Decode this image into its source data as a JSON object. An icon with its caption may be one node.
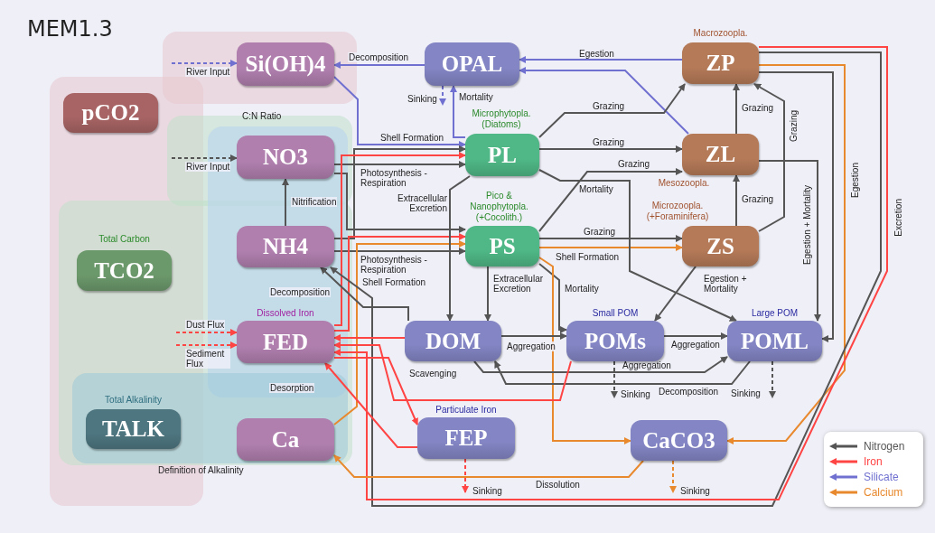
{
  "diagram": {
    "title": "MEM1.3",
    "nodes": [
      {
        "text": [
          "Si(OH)4"
        ]
      },
      {
        "text": [
          "OPAL"
        ]
      },
      {
        "text": [
          "Macrozoopla.",
          "ZP"
        ]
      },
      {
        "text": [
          "pCO2"
        ]
      },
      {
        "text": [
          "NO3"
        ]
      },
      {
        "text": [
          "Microphytopla. (Diatoms)",
          "PL"
        ]
      },
      {
        "text": [
          "ZL",
          "Mesozoopla."
        ]
      },
      {
        "text": [
          "Total Carbon",
          "TCO2"
        ]
      },
      {
        "text": [
          "NH4"
        ]
      },
      {
        "text": [
          "Pico & Nanophytopla. (+Cocolith.)",
          "PS"
        ]
      },
      {
        "text": [
          "Microzoopla. (+Foraminifera)",
          "ZS"
        ]
      },
      {
        "text": [
          "Dissolved Iron",
          "FED"
        ]
      },
      {
        "text": [
          "DOM"
        ]
      },
      {
        "text": [
          "Small POM",
          "POMs"
        ]
      },
      {
        "text": [
          "Large POM",
          "POML"
        ]
      },
      {
        "text": [
          "Total Alkalinity",
          "TALK"
        ]
      },
      {
        "text": [
          "Ca"
        ]
      },
      {
        "text": [
          "Particulate Iron",
          "FEP"
        ]
      },
      {
        "text": [
          "CaCO3"
        ]
      }
    ],
    "edges": [
      {
        "from": null,
        "to": 0,
        "arrow": "to",
        "label": "River Input",
        "style": "dashed",
        "color": "#7070d0"
      },
      {
        "from": 1,
        "to": 0,
        "arrow": "to",
        "label": "Decomposition",
        "color": "#7070d0"
      },
      {
        "from": 1,
        "to": null,
        "arrow": "to",
        "label": "Sinking",
        "style": "dashed",
        "color": "#7070d0"
      },
      {
        "from": 5,
        "to": 1,
        "arrow": "to",
        "label": "Mortality",
        "color": "#7070d0"
      },
      {
        "from": 2,
        "to": 1,
        "arrow": "to",
        "label": "Egestion",
        "color": "#7070d0"
      },
      {
        "from": 6,
        "to": 1,
        "arrow": "to",
        "color": "#7070d0"
      },
      {
        "from": 0,
        "to": 5,
        "arrow": "to",
        "label": "Shell Formation",
        "color": "#7070d0"
      },
      {
        "from": null,
        "to": 4,
        "arrow": "to",
        "label": "River Input",
        "style": "dashed"
      },
      {
        "from": 4,
        "to": 5,
        "arrow": "to",
        "label": "Photosynthesis - Respiration"
      },
      {
        "from": 4,
        "to": 9,
        "arrow": "to"
      },
      {
        "from": 8,
        "to": 5,
        "arrow": "to"
      },
      {
        "from": 8,
        "to": 9,
        "arrow": "to",
        "label": "Photosynthesis - Respiration"
      },
      {
        "from": 8,
        "to": 4,
        "arrow": "to",
        "label": "Nitrification"
      },
      {
        "from": 11,
        "to": 5,
        "arrow": "to",
        "color": "#ff4444"
      },
      {
        "from": 11,
        "to": 9,
        "arrow": "to",
        "color": "#ff4444"
      },
      {
        "from": 16,
        "to": 9,
        "arrow": "to",
        "label": "Shell Formation",
        "color": "#e8892e"
      },
      {
        "from": 5,
        "to": 12,
        "arrow": "to",
        "label": "Extracellular Excretion"
      },
      {
        "from": 9,
        "to": 12,
        "arrow": "to",
        "label": "Extracellular Excretion"
      },
      {
        "from": 12,
        "to": 8,
        "arrow": "to",
        "label": "Decomposition"
      },
      {
        "from": 5,
        "to": 2,
        "arrow": "to",
        "label": "Grazing"
      },
      {
        "from": 5,
        "to": 6,
        "arrow": "to",
        "label": "Grazing"
      },
      {
        "from": 9,
        "to": 6,
        "arrow": "to",
        "label": "Grazing"
      },
      {
        "from": 9,
        "to": 10,
        "arrow": "to",
        "label": "Grazing"
      },
      {
        "from": 9,
        "to": 10,
        "arrow": "to",
        "label": "Shell Formation",
        "color": "#e8892e"
      },
      {
        "from": 6,
        "to": 2,
        "arrow": "to",
        "label": "Grazing"
      },
      {
        "from": 10,
        "to": 6,
        "arrow": "to",
        "label": "Grazing"
      },
      {
        "from": 10,
        "to": 2,
        "arrow": "to",
        "label": "Grazing"
      },
      {
        "from": 5,
        "to": 14,
        "arrow": "to",
        "label": "Mortality"
      },
      {
        "from": 9,
        "to": 13,
        "arrow": "to",
        "label": "Mortality"
      },
      {
        "from": 9,
        "to": 18,
        "arrow": "to",
        "color": "#e8892e"
      },
      {
        "from": 2,
        "to": 18,
        "arrow": "to",
        "label": "Egestion",
        "color": "#e8892e"
      },
      {
        "from": 2,
        "to": 14,
        "arrow": "to"
      },
      {
        "from": 6,
        "to": 14,
        "arrow": "to",
        "label": "Egestion + Mortality"
      },
      {
        "from": 10,
        "to": 13,
        "arrow": "to",
        "label": "Egestion + Mortality"
      },
      {
        "from": 2,
        "to": 8,
        "arrow": "to",
        "label": "Excretion"
      },
      {
        "from": 2,
        "to": 11,
        "arrow": "to",
        "color": "#ff4444"
      },
      {
        "from": 12,
        "to": 13,
        "arrow": "to",
        "label": "Aggregation"
      },
      {
        "from": 13,
        "to": 14,
        "arrow": "to",
        "label": "Aggregation"
      },
      {
        "from": 12,
        "to": 14,
        "arrow": "to",
        "label": "Aggregation"
      },
      {
        "from": 14,
        "to": 12,
        "arrow": "to",
        "label": "Decomposition"
      },
      {
        "from": 12,
        "to": 11,
        "arrow": "to",
        "color": "#ff4444"
      },
      {
        "from": 13,
        "to": 11,
        "arrow": "to",
        "color": "#ff4444"
      },
      {
        "from": null,
        "to": 11,
        "arrow": "to",
        "label": "Dust Flux",
        "style": "dashed",
        "color": "#ff4444"
      },
      {
        "from": null,
        "to": 11,
        "arrow": "to",
        "label": "Sediment Flux",
        "style": "dashed",
        "color": "#ff4444"
      },
      {
        "from": 11,
        "to": 17,
        "arrow": "to",
        "label": "Scavenging",
        "color": "#ff4444"
      },
      {
        "from": 17,
        "to": 11,
        "arrow": "to",
        "label": "Desorption",
        "color": "#ff4444"
      },
      {
        "from": 13,
        "to": null,
        "arrow": "to",
        "label": "Sinking",
        "style": "dashed"
      },
      {
        "from": 14,
        "to": null,
        "arrow": "to",
        "label": "Sinking",
        "style": "dashed"
      },
      {
        "from": 17,
        "to": null,
        "arrow": "to",
        "label": "Sinking",
        "style": "dashed",
        "color": "#ff4444"
      },
      {
        "from": 18,
        "to": null,
        "arrow": "to",
        "label": "Sinking",
        "style": "dashed",
        "color": "#e8892e"
      },
      {
        "from": 18,
        "to": 16,
        "arrow": "to",
        "label": "Dissolution",
        "color": "#e8892e"
      }
    ],
    "labels": [
      "C:N Ratio",
      "Definition of Alkalinity"
    ],
    "legend": [
      {
        "text": "Nitrogen"
      },
      {
        "text": "Iron"
      },
      {
        "text": "Silicate"
      },
      {
        "text": "Calcium"
      }
    ]
  }
}
